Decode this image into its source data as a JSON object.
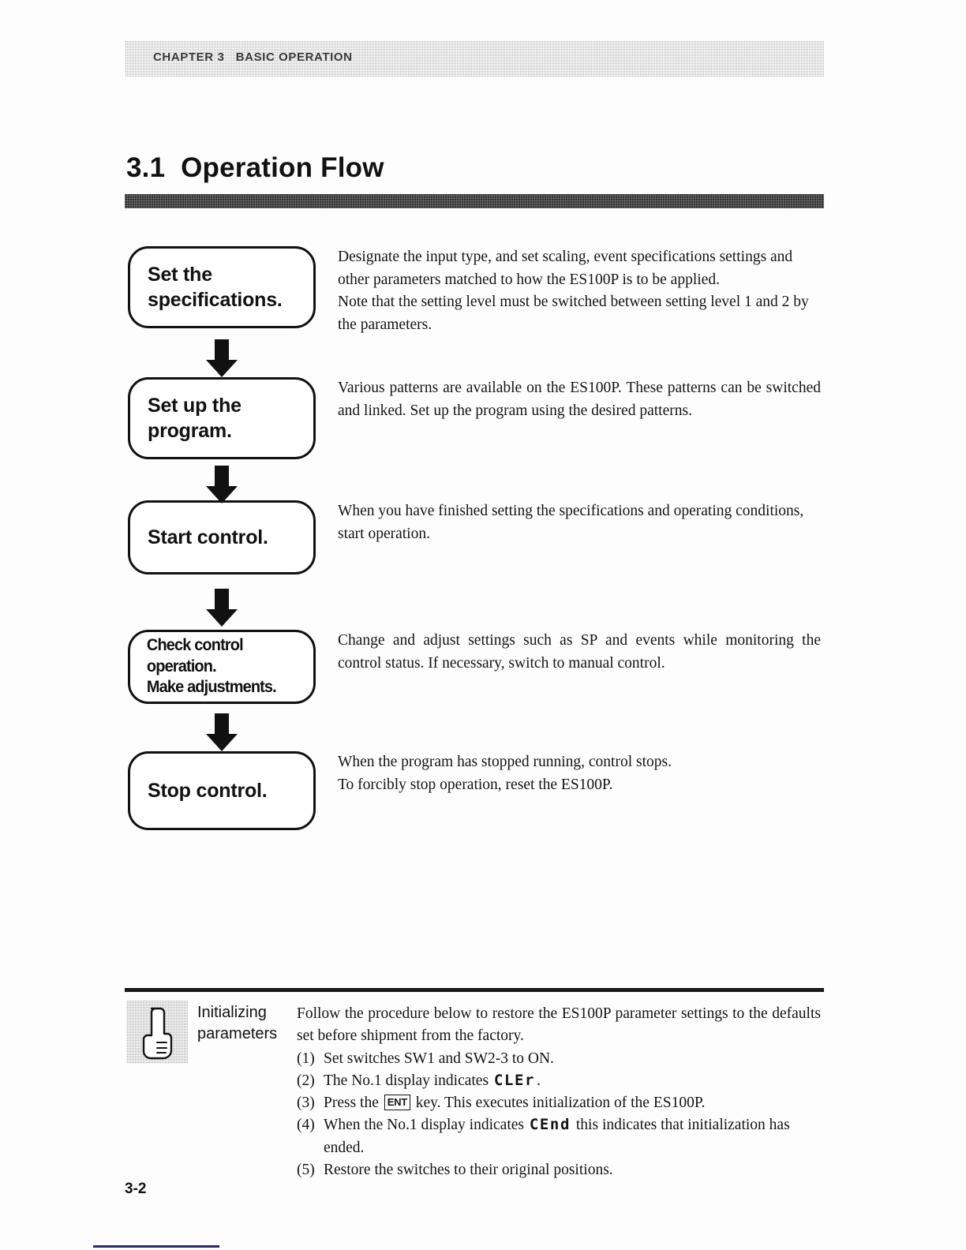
{
  "header": {
    "running_head": "CHAPTER 3   BASIC OPERATION"
  },
  "section": {
    "title": "3.1  Operation Flow"
  },
  "flow": {
    "arrow_icon": "down-arrow-icon",
    "steps": [
      {
        "id": "set-specifications",
        "label": "Set the\nspecifications.",
        "size": "big",
        "description": [
          "Designate the input type, and set scaling, event specifications settings and other parameters matched to how the ES100P is to be applied.",
          "Note that the setting level must be switched between setting level 1 and 2 by the parameters."
        ]
      },
      {
        "id": "set-up-program",
        "label": "Set up the\nprogram.",
        "size": "big",
        "description": [
          "Various patterns are available on the ES100P.  These patterns can be switched and linked.  Set up the program using the desired patterns."
        ]
      },
      {
        "id": "start-control",
        "label": "Start control.",
        "size": "big",
        "description": [
          "When you have finished setting the specifications and operating conditions, start operation."
        ]
      },
      {
        "id": "check-control-operation",
        "label": "Check control operation.\nMake adjustments.",
        "size": "small",
        "description": [
          "Change and adjust settings such as SP and events while monitoring the control status.  If necessary, switch to manual control."
        ]
      },
      {
        "id": "stop-control",
        "label": "Stop control.",
        "size": "big",
        "description": [
          "When the program has stopped running, control stops.",
          "To forcibly stop operation, reset the ES100P."
        ]
      }
    ]
  },
  "note": {
    "icon": "pointing-hand-icon",
    "title": "Initializing\nparameters",
    "intro": "Follow the procedure below to restore the ES100P parameter settings to the defaults set before shipment from the factory.",
    "steps": [
      {
        "num": "(1)",
        "parts": [
          {
            "type": "text",
            "value": "Set switches SW1 and SW2-3 to ON."
          }
        ]
      },
      {
        "num": "(2)",
        "parts": [
          {
            "type": "text",
            "value": "The No.1 display indicates "
          },
          {
            "type": "segment",
            "value": "CLEr"
          },
          {
            "type": "text",
            "value": "."
          }
        ]
      },
      {
        "num": "(3)",
        "parts": [
          {
            "type": "text",
            "value": "Press the "
          },
          {
            "type": "key",
            "value": "ENT"
          },
          {
            "type": "text",
            "value": " key.  This executes initialization of the ES100P."
          }
        ]
      },
      {
        "num": "(4)",
        "parts": [
          {
            "type": "text",
            "value": "When the No.1 display indicates "
          },
          {
            "type": "segment",
            "value": "CEnd"
          },
          {
            "type": "text",
            "value": " this indicates that initialization has ended."
          }
        ]
      },
      {
        "num": "(5)",
        "parts": [
          {
            "type": "text",
            "value": "Restore the switches to their original positions."
          }
        ]
      }
    ]
  },
  "footer": {
    "page_number": "3-2"
  },
  "colors": {
    "ink": "#111111",
    "rule": "#2d2d2d",
    "halftone": "#b9b9b9"
  }
}
